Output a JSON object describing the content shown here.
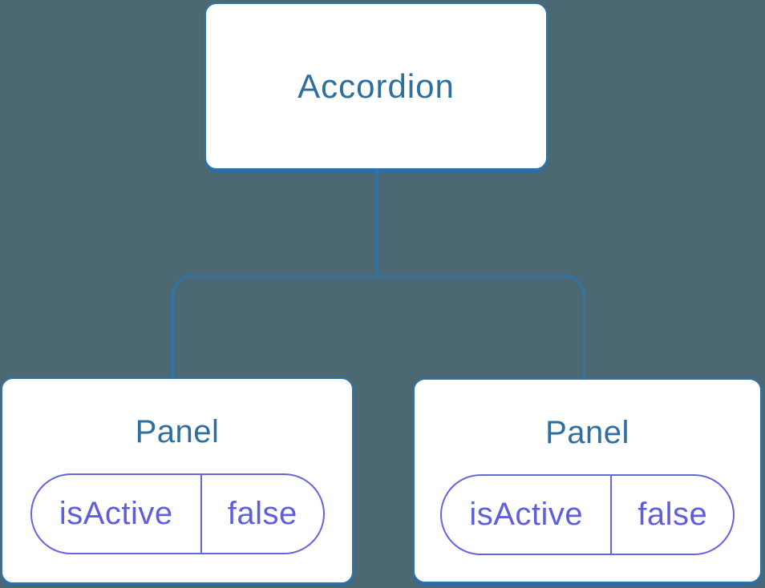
{
  "diagram": {
    "type": "component-tree",
    "colors": {
      "background": "#4c6872",
      "connector_blue": "#2e74a8",
      "node_text_blue": "#2e6f9f",
      "state_purple": "#6565e2"
    },
    "root": {
      "label": "Accordion"
    },
    "children": [
      {
        "title": "Panel",
        "state": {
          "key": "isActive",
          "value": "false"
        }
      },
      {
        "title": "Panel",
        "state": {
          "key": "isActive",
          "value": "false"
        }
      }
    ]
  }
}
